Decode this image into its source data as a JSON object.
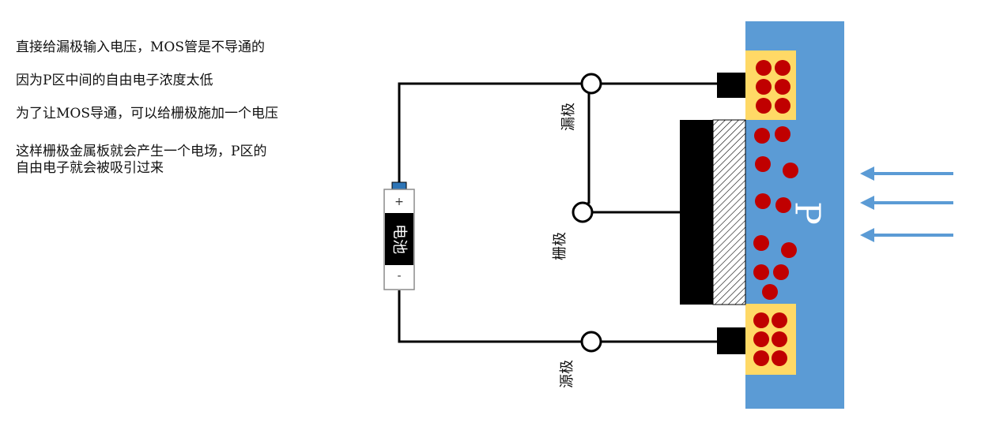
{
  "notes": [
    "直接给漏极输入电压，MOS管是不导通的",
    "因为P区中间的自由电子浓度太低",
    "为了让MOS导通，可以给栅极施加一个电压",
    "这样栅极金属板就会产生一个电场，P区的\n自由电子就会被吸引过来"
  ],
  "diagram": {
    "drain_label": "漏极",
    "gate_label": "栅极",
    "source_label": "源极",
    "battery_label": "电池",
    "battery_plus": "+",
    "battery_minus": "-",
    "region_label": "P"
  },
  "colors": {
    "substrate": "#5b9bd5",
    "doped_region": "#ffd966",
    "electron": "#c00000",
    "metal": "#000000",
    "arrow": "#5b9bd5"
  },
  "icons": [
    "electron-icon",
    "arrow-left-icon"
  ]
}
